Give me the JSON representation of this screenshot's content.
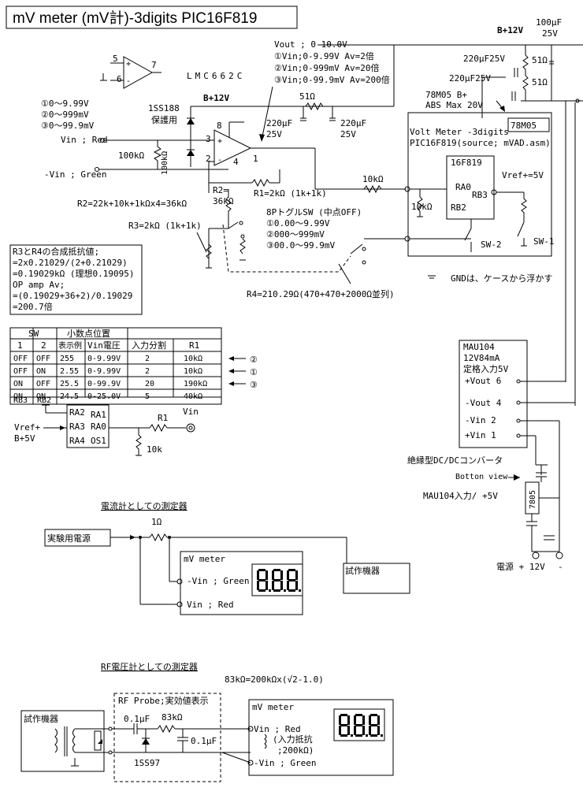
{
  "title": "mV  meter (mV計)-3digits  PIC16F819",
  "top": {
    "op_amp_pins": [
      "5",
      "6",
      "7"
    ],
    "chip_name": "LMC662C",
    "vout_lines": [
      "Vout ; 0-10.0V",
      "①Vin;0-9.99V Av=2倍",
      "②Vin;0-999mV Av=20倍",
      "③Vin;0-99.9mV Av=200倍"
    ],
    "b12_top": "B+12V",
    "cap_100": [
      "100μF",
      "25V"
    ],
    "r51_a": "51Ω",
    "r51_b": "51Ω",
    "c220_a": "220μF25V",
    "c220_b": "220μF25V",
    "reg_label": [
      "78M05  B+",
      "ABS Max 20V"
    ],
    "ranges": [
      "①0～9.99V",
      "②0～999mV",
      "③0～99.9mV"
    ],
    "diode": [
      "1SS188",
      "保護用"
    ],
    "b12_mid": "B+12V",
    "r51_mid": "51Ω",
    "c220_c": [
      "220μF",
      "25V"
    ],
    "c220_d": [
      "220μF",
      "25V"
    ],
    "vin_red": "Vin ; Red",
    "r100k": "100kΩ",
    "r100k_v": "100kΩ",
    "vin_green": "-Vin ; Green",
    "pin_labels": [
      "8",
      "3",
      "2",
      "4",
      "1"
    ],
    "r2_label": [
      "R2=",
      "36kΩ"
    ],
    "r1_label": "R1=2kΩ (1k+1k)",
    "r2_formula": "R2=22k+10k+1kΩx4=36kΩ",
    "r3_formula": "R3=2kΩ (1k+1k)",
    "switch_label": "8PトグルSW (中点OFF)",
    "switch_positions": [
      "①0.00～9.99V",
      "②000～999mV",
      "③00.0～99.9mV"
    ],
    "r4_label": "R4=210.29Ω(470+470+2000Ω並列)",
    "gnd_note": "GNDは、ケースから浮かす",
    "meter_title": [
      "Volt Meter -3digits",
      "PIC16F819(source; mVAD.asm)"
    ],
    "reg_box": "78M05",
    "mcu_box": "16F819",
    "mcu_pins": [
      "RA0",
      "RB2",
      "RB3"
    ],
    "vref": "Vref+=5V",
    "r10k_in": "10kΩ",
    "r10k_pd": "10kΩ",
    "sw1": "SW-1",
    "sw2": "SW-2"
  },
  "calc_box": [
    "R3とR4の合成抵抗値;",
    "=2x0.21029/(2+0.21029)",
    "=0.19029kΩ (理想0.19095)",
    "OP amp Av;",
    "=(0.19029+36+2)/0.19029",
    "=200.7倍"
  ],
  "table": {
    "sw_header": "SW",
    "decimal_header": "小数点位置",
    "headers": [
      "1",
      "2",
      "表示例",
      "Vin電圧",
      "入力分割",
      "R1"
    ],
    "rows": [
      [
        "OFF",
        "OFF",
        "255",
        "0-9.99V",
        "2",
        "10kΩ"
      ],
      [
        "OFF",
        "ON",
        "2.55",
        "0-9.99V",
        "2",
        "10kΩ"
      ],
      [
        "ON",
        "OFF",
        "25.5",
        "0-99.9V",
        "20",
        "190kΩ"
      ],
      [
        "ON",
        "ON",
        "24.5",
        "0-25.0V",
        "5",
        "40kΩ"
      ]
    ],
    "foot": [
      "RB3",
      "RB2"
    ],
    "markers": [
      "②",
      "①",
      "③"
    ]
  },
  "pic_inset": {
    "pins": [
      "RA2",
      "RA3",
      "RA4",
      "RA1",
      "RA0",
      "OS1"
    ],
    "vref": [
      "Vref+",
      "B+5V"
    ],
    "r1": "R1",
    "vin": "Vin",
    "r10k": "10k"
  },
  "dcdc": {
    "box": [
      "MAU104",
      "12V84mA",
      "定格入力5V"
    ],
    "pins": [
      "+Vout 6",
      "-Vout 4",
      "-Vin  2",
      "+Vin  1"
    ],
    "caption": "絶縁型DC/DCコンバータ",
    "view": "Botton view",
    "input_note": "MAU104入力/ +5V",
    "reg": "7805",
    "supply": "電源 + 12V",
    "minus": "-"
  },
  "ammeter": {
    "heading": "電流計としての測定器",
    "source": "実験用電源",
    "shunt": "1Ω",
    "meter": "mV meter",
    "vin_neg": "-Vin ; Green",
    "vin_pos": "Vin ; Red",
    "dut": "試作機器",
    "digits": "8.8.8"
  },
  "rf": {
    "heading": "RF電圧計としての測定器",
    "formula": "83kΩ=200kΩx(√2-1.0)",
    "probe": "RF Probe;実効値表示",
    "dut": "試作機器",
    "c_series": "0.1μF",
    "r83": "83kΩ",
    "c_shunt": "0.1μF",
    "diode": "1SS97",
    "meter": "mV meter",
    "vin_red": "Vin ; Red",
    "input_r": [
      "(入力抵抗",
      ";200kΩ)"
    ],
    "vin_green": "-Vin ; Green",
    "digits": "8.8.8"
  }
}
